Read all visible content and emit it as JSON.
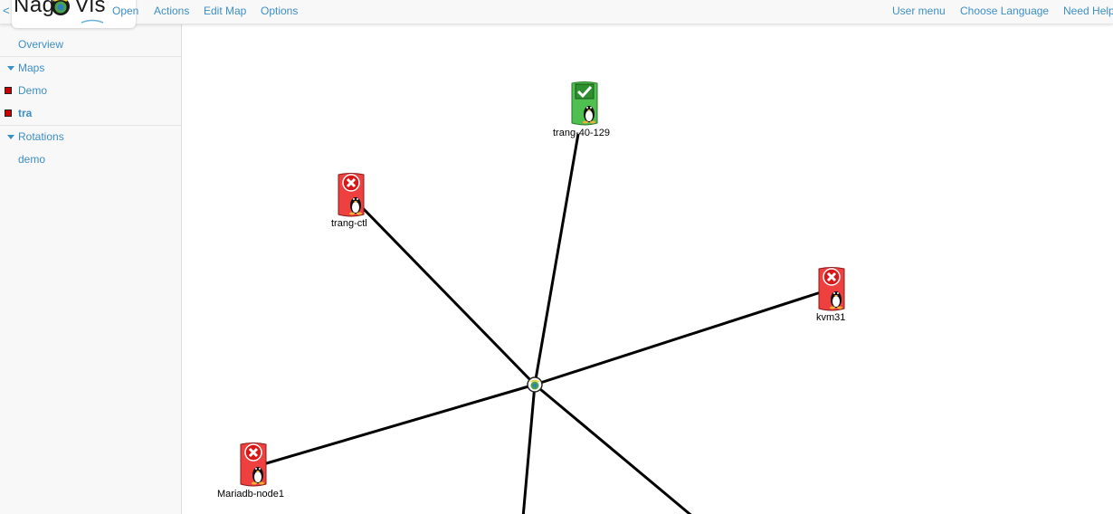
{
  "header": {
    "back": "<",
    "logo": {
      "part1": "Nag",
      "part2": "Vis"
    },
    "nav": [
      "Open",
      "Actions",
      "Edit Map",
      "Options"
    ],
    "right_nav": [
      "User menu",
      "Choose Language",
      "Need Help"
    ]
  },
  "sidebar": {
    "overview": "Overview",
    "maps_header": "Maps",
    "maps": [
      {
        "label": "Demo",
        "state": "critical"
      },
      {
        "label": "tra",
        "state": "critical",
        "active": true
      }
    ],
    "rotations_header": "Rotations",
    "rotations": [
      "demo"
    ]
  },
  "map": {
    "hosts": [
      {
        "name": "trang-40-129",
        "state": "ok",
        "icon": "linux-ok-icon"
      },
      {
        "name": "trang-ctl",
        "state": "critical",
        "icon": "linux-critical-icon"
      },
      {
        "name": "kvm31",
        "state": "critical",
        "icon": "linux-critical-icon"
      },
      {
        "name": "Mariadb-node1",
        "state": "critical",
        "icon": "linux-critical-icon"
      }
    ],
    "hub_icon": "nagvis-hub-icon"
  },
  "colors": {
    "link": "#3d8fc7",
    "ok": "#3cb83c",
    "critical": "#e83030"
  }
}
